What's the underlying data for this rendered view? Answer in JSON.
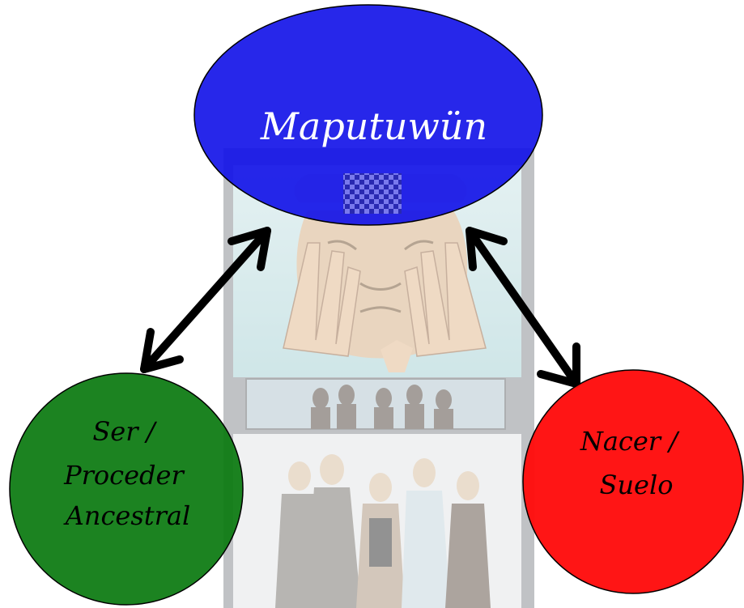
{
  "diagram": {
    "top_node": {
      "label": "Maputuwün",
      "fill": "#1010e8"
    },
    "left_node": {
      "lines": [
        "Ser /",
        "Proceder",
        "Ancestral"
      ],
      "fill": "#0b7a10"
    },
    "right_node": {
      "lines": [
        "Nacer /",
        "Suelo"
      ],
      "fill": "#ff0d0d"
    },
    "connectors": [
      {
        "from": "top_node",
        "to": "left_node",
        "style": "double-arrow",
        "color": "#000000"
      },
      {
        "from": "top_node",
        "to": "right_node",
        "style": "double-arrow",
        "color": "#000000"
      }
    ],
    "background_image": {
      "description_icon": "comic-panel-illustration",
      "tint": "#b8bcc0"
    }
  }
}
